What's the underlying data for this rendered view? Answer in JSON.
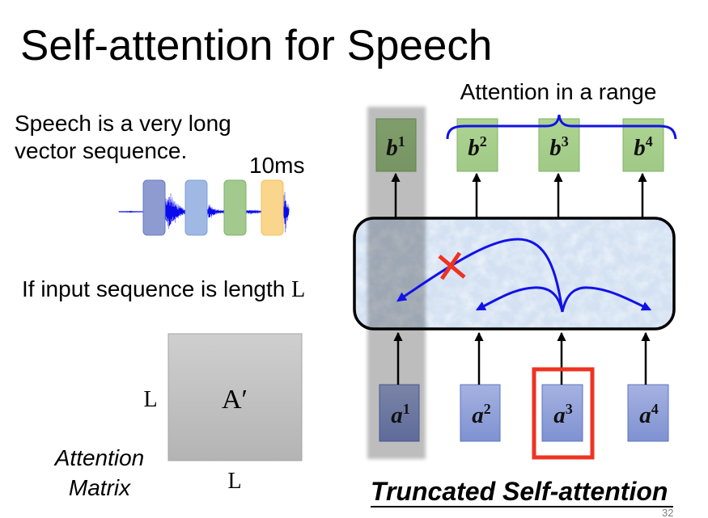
{
  "slide": {
    "title": "Self-attention for Speech",
    "page_number": "32"
  },
  "left": {
    "intro_lines": [
      "Speech is a very long",
      "vector sequence."
    ],
    "frame_duration": "10ms",
    "frame_colors": [
      "#8E9BD1",
      "#9FB8E4",
      "#A3C98F",
      "#FAD58C"
    ],
    "length_statement": {
      "text": "If input sequence is length ",
      "variable": "L"
    },
    "matrix": {
      "label": "A′",
      "row_dim": "L",
      "col_dim": "L",
      "caption": [
        "Attention",
        "Matrix"
      ]
    }
  },
  "right": {
    "range_label": "Attention in a range",
    "outputs": [
      {
        "base": "b",
        "sup": "1",
        "shaded": true
      },
      {
        "base": "b",
        "sup": "2",
        "shaded": false
      },
      {
        "base": "b",
        "sup": "3",
        "shaded": false
      },
      {
        "base": "b",
        "sup": "4",
        "shaded": false
      }
    ],
    "inputs": [
      {
        "base": "a",
        "sup": "1",
        "shaded": true
      },
      {
        "base": "a",
        "sup": "2",
        "shaded": false
      },
      {
        "base": "a",
        "sup": "3",
        "shaded": false,
        "focused": true
      },
      {
        "base": "a",
        "sup": "4",
        "shaded": false
      }
    ],
    "attention_arrows": [
      {
        "from": "a3",
        "to": "a1",
        "blocked": true
      },
      {
        "from": "a3",
        "to": "a2",
        "blocked": false
      },
      {
        "from": "a3",
        "to": "a4",
        "blocked": false
      }
    ],
    "caption": "Truncated Self-attention"
  },
  "colors": {
    "output_box": "#A9D08E",
    "input_box": "#8E9CD6",
    "attention_arrow": "#1212E6",
    "blocked_mark": "#EE3322",
    "focus_box": "#EE3322",
    "layer_fill": "#D3E1F2",
    "matrix_fill": "#C2C2C2"
  }
}
